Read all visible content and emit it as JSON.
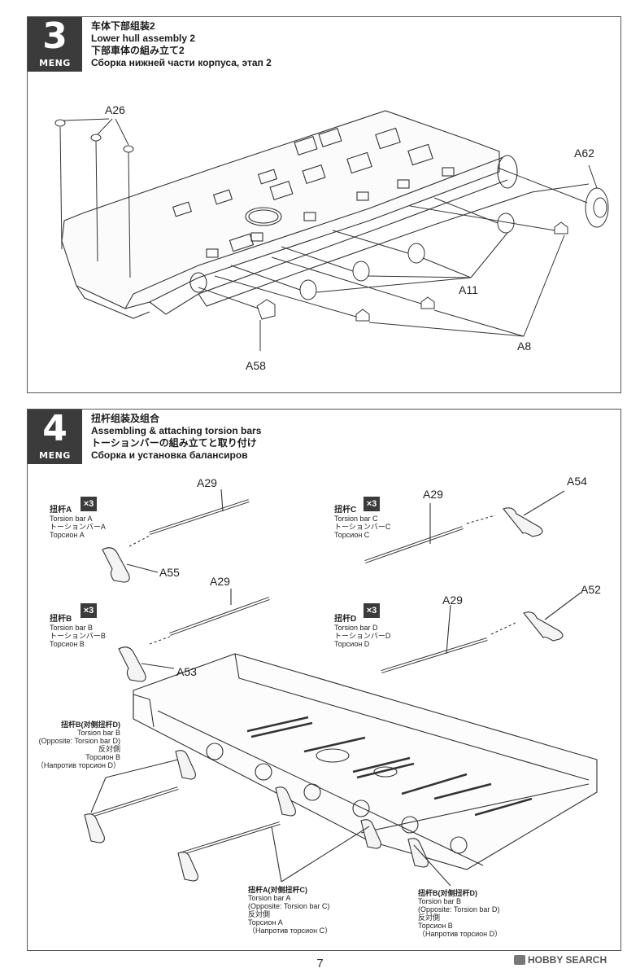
{
  "step3": {
    "number": "3",
    "brand": "MENG",
    "title_zh": "车体下部组装2",
    "title_en": "Lower hull assembly 2",
    "title_ja": "下部車体の組み立て2",
    "title_ru": "Сборка нижней части корпуса, этап 2",
    "parts": {
      "a26": "A26",
      "a62": "A62",
      "a11": "A11",
      "a8": "A8",
      "a58": "A58"
    }
  },
  "step4": {
    "number": "4",
    "brand": "MENG",
    "title_zh": "扭杆组装及组合",
    "title_en": "Assembling & attaching torsion bars",
    "title_ja": "トーションバーの組み立てと取り付け",
    "title_ru": "Сборка и установка балансиров",
    "qty": "×3",
    "parts": {
      "a29": "A29",
      "a55": "A55",
      "a54": "A54",
      "a53": "A53",
      "a52": "A52"
    },
    "bar_a": {
      "zh": "扭杆A",
      "en": "Torsion bar A",
      "ja": "トーションバーA",
      "ru": "Торсион A"
    },
    "bar_b": {
      "zh": "扭杆B",
      "en": "Torsion bar B",
      "ja": "トーションバーB",
      "ru": "Торсион B"
    },
    "bar_c": {
      "zh": "扭杆C",
      "en": "Torsion bar C",
      "ja": "トーションバーC",
      "ru": "Торсион C"
    },
    "bar_d": {
      "zh": "扭杆D",
      "en": "Torsion bar D",
      "ja": "トーションバーD",
      "ru": "Торсион D"
    },
    "callout_b_opp_d": {
      "zh": "扭杆B(对侧扭杆D)",
      "en1": "Torsion bar B",
      "en2": "(Opposite: Torsion bar D)",
      "ja": "反対側",
      "ru1": "Торсион B",
      "ru2": "（Напротив торсион D）"
    },
    "callout_a_opp_c": {
      "zh": "扭杆A(对侧扭杆C)",
      "en1": "Torsion bar A",
      "en2": "(Opposite: Torsion bar C)",
      "ja": "反対側",
      "ru1": "Торсион A",
      "ru2": "（Напротив торсион C）"
    },
    "callout_b_opp_d_right": {
      "zh": "扭杆B(对侧扭杆D)",
      "en1": "Torsion bar B",
      "en2": "(Opposite: Torsion bar D)",
      "ja": "反対側",
      "ru1": "Торсион B",
      "ru2": "（Напротив торсион D）"
    }
  },
  "footer": {
    "page_number": "7",
    "watermark": "HOBBY SEARCH"
  }
}
